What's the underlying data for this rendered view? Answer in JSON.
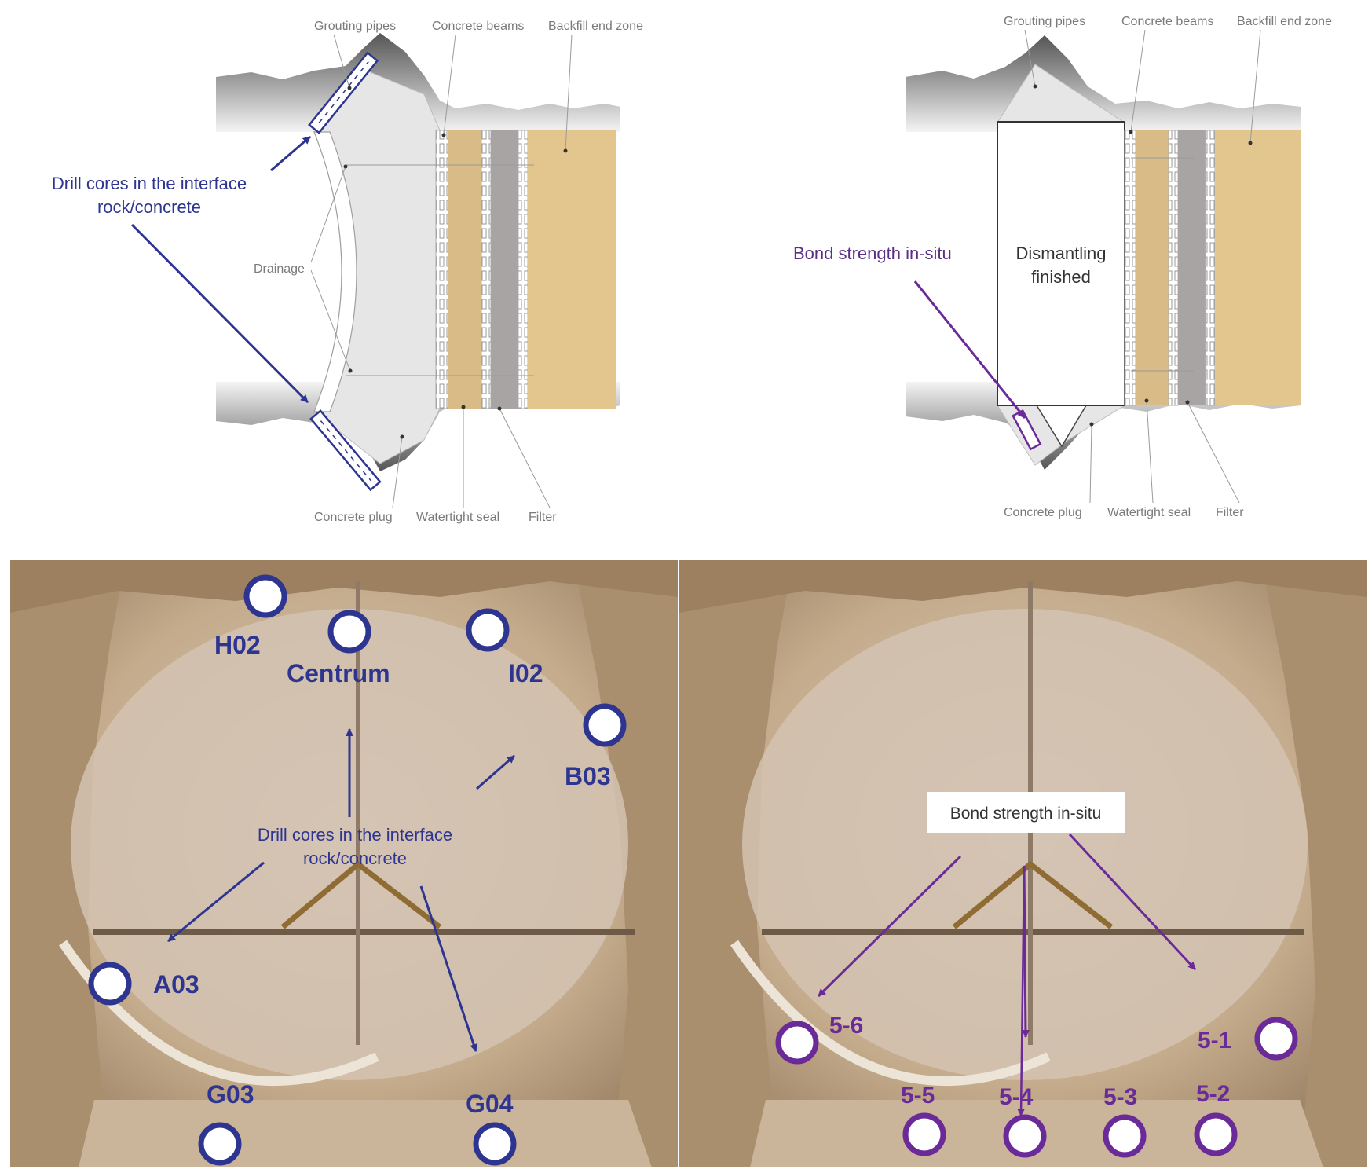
{
  "diagram_left": {
    "labels": {
      "grouting_pipes": "Grouting pipes",
      "concrete_beams": "Concrete beams",
      "backfill_end_zone": "Backfill end zone",
      "drainage": "Drainage",
      "concrete_plug": "Concrete plug",
      "watertight_seal": "Watertight seal",
      "filter": "Filter"
    },
    "callout_line1": "Drill cores in the interface",
    "callout_line2": "rock/concrete"
  },
  "diagram_right": {
    "labels": {
      "grouting_pipes": "Grouting pipes",
      "concrete_beams": "Concrete beams",
      "backfill_end_zone": "Backfill end zone",
      "concrete_plug": "Concrete plug",
      "watertight_seal": "Watertight seal",
      "filter": "Filter"
    },
    "bond_label": "Bond strength in-situ",
    "box_line1": "Dismantling",
    "box_line2": "finished"
  },
  "photo_left": {
    "points": [
      {
        "id": "H02"
      },
      {
        "id": "Centrum"
      },
      {
        "id": "I02"
      },
      {
        "id": "B03"
      },
      {
        "id": "A03"
      },
      {
        "id": "G03"
      },
      {
        "id": "G04"
      }
    ],
    "callout_line1": "Drill cores in the interface",
    "callout_line2": "rock/concrete"
  },
  "photo_right": {
    "points": [
      {
        "id": "5-6"
      },
      {
        "id": "5-1"
      },
      {
        "id": "5-5"
      },
      {
        "id": "5-4"
      },
      {
        "id": "5-3"
      },
      {
        "id": "5-2"
      }
    ],
    "bond_label": "Bond strength in-situ"
  },
  "colors": {
    "blue_accent": "#2e3590",
    "purple_accent": "#6a2a98",
    "concrete": "#e6e6e6",
    "watertight_seal": "#d8bb86",
    "filter": "#a8a4a4",
    "backfill": "#e3c68e",
    "rock": "#c8b08a"
  }
}
